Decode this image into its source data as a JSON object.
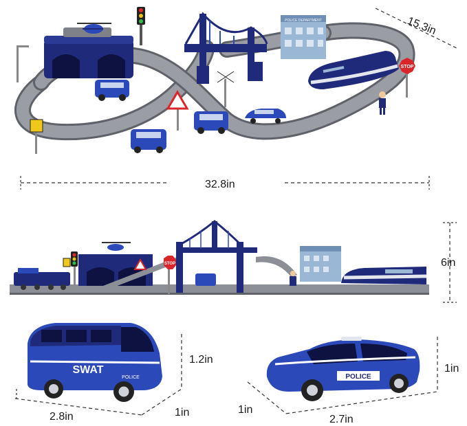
{
  "dimensions": {
    "depth": "15.3in",
    "length": "32.8in",
    "height": "6in",
    "swat_height": "1.2in",
    "swat_length": "2.8in",
    "swat_depth": "1in",
    "police_car_height": "1in",
    "police_car_depth": "1in",
    "police_car_length": "2.7in"
  },
  "signs": {
    "stop": "STOP",
    "swat": "SWAT",
    "police": "POLICE",
    "police_department": "POLICE DEPARTMENT"
  },
  "colors": {
    "navy": "#1f2a7a",
    "royal_blue": "#2b49b8",
    "track_gray": "#8c8f96",
    "track_edge": "#5f6269",
    "stop_red": "#d8262b",
    "building_blue": "#9bb7d6"
  }
}
